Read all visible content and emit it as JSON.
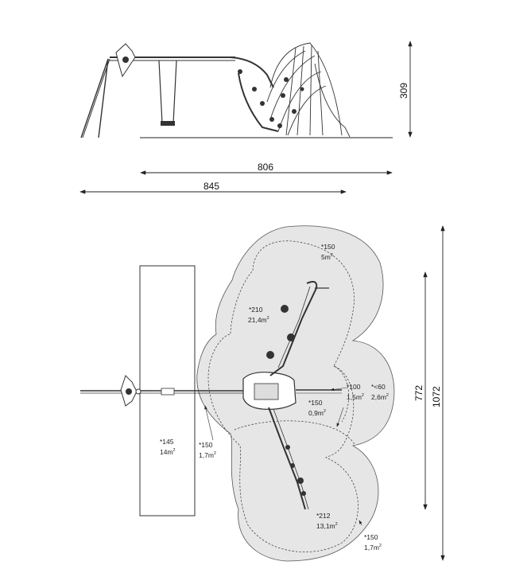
{
  "dimensions": {
    "height_side": "309",
    "length_a": "806",
    "length_b": "845",
    "width_small": "772",
    "width_large": "1072"
  },
  "zones": [
    {
      "value": "*150",
      "area": "5m",
      "exp": "2"
    },
    {
      "value": "*210",
      "area": "21,4m",
      "exp": "2"
    },
    {
      "value": "*100",
      "area": "1,5m",
      "exp": "2"
    },
    {
      "value": "*<60",
      "area": "2,6m",
      "exp": "2"
    },
    {
      "value": "*150",
      "area": "0,9m",
      "exp": "2"
    },
    {
      "value": "*145",
      "area": "14m",
      "exp": "2"
    },
    {
      "value": "*150",
      "area": "1,7m",
      "exp": "2"
    },
    {
      "value": "*212",
      "area": "13,1m",
      "exp": "2"
    },
    {
      "value": "*150",
      "area": "1,7m",
      "exp": "2"
    }
  ],
  "colors": {
    "line": "#333333",
    "zone_fill": "#e6e6e6",
    "background": "#ffffff"
  }
}
